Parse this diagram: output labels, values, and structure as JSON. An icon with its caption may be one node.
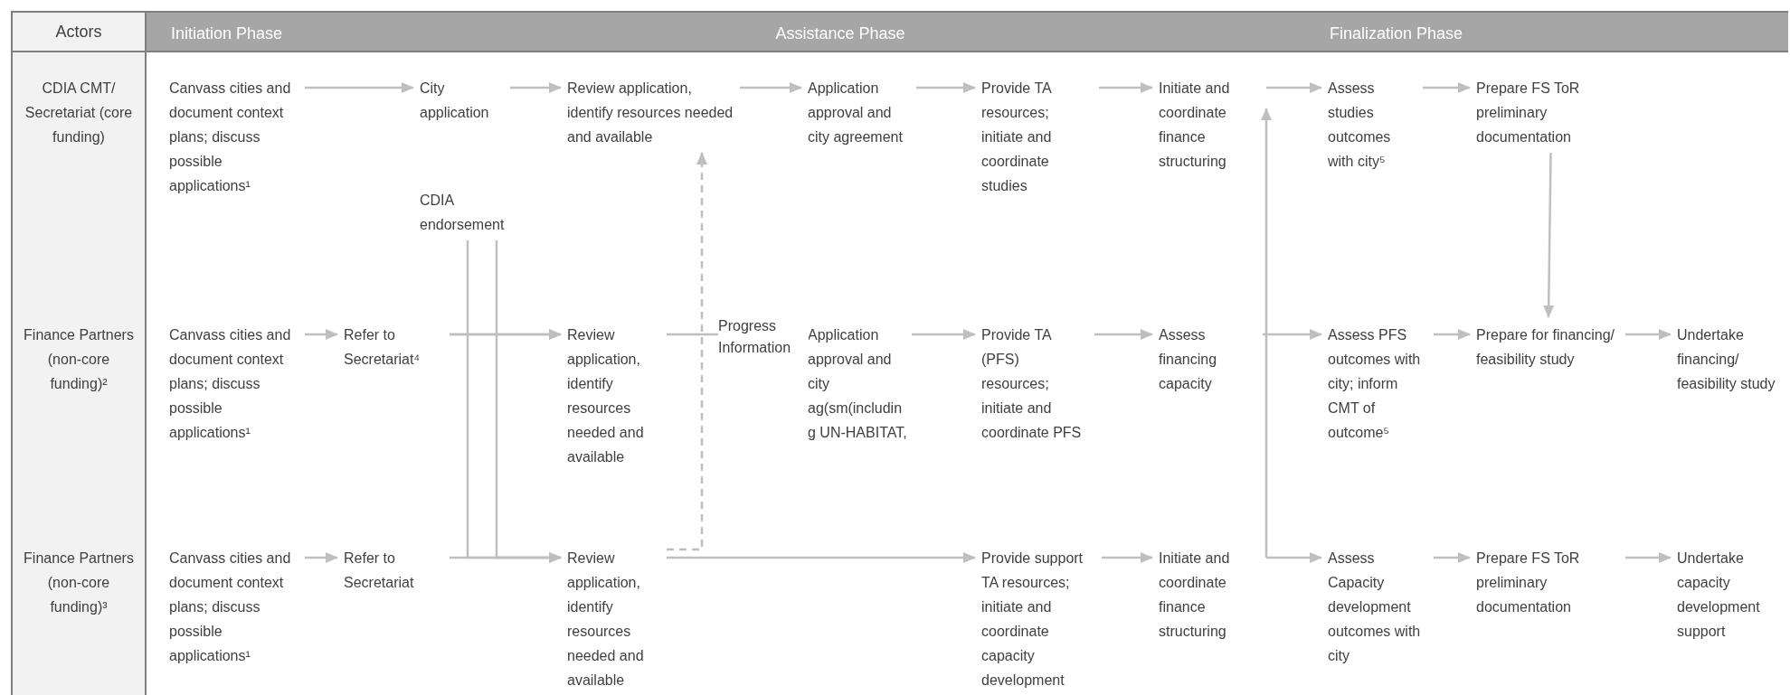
{
  "diagram": {
    "nodes": [
      {
        "text": [
          "Actors"
        ]
      },
      {
        "text": [
          "Initiation Phase"
        ]
      },
      {
        "text": [
          "Assistance Phase"
        ]
      },
      {
        "text": [
          "Finalization Phase"
        ]
      },
      {
        "text": [
          "CDIA CMT/ Secretariat (core funding)"
        ]
      },
      {
        "text": [
          "Finance Partners (non-core funding)²"
        ]
      },
      {
        "text": [
          "Finance Partners (non-core funding)³"
        ]
      },
      {
        "text": [
          "Canvass cities and document context plans; discuss possible applications¹"
        ]
      },
      {
        "text": [
          "City application"
        ]
      },
      {
        "text": [
          "Review application, identify resources needed and available"
        ]
      },
      {
        "text": [
          "Application approval and city agreement"
        ]
      },
      {
        "text": [
          "Provide TA resources; initiate and coordinate studies"
        ]
      },
      {
        "text": [
          "Initiate and coordinate finance structuring"
        ]
      },
      {
        "text": [
          "Assess studies outcomes with city⁵"
        ]
      },
      {
        "text": [
          "Prepare FS ToR preliminary documentation"
        ]
      },
      {
        "text": [
          "CDIA endorsement"
        ]
      },
      {
        "text": [
          "Canvass cities and document context plans; discuss possible applications¹"
        ]
      },
      {
        "text": [
          "Refer to Secretariat⁴"
        ]
      },
      {
        "text": [
          "Review application, identify resources needed and available"
        ]
      },
      {
        "text": [
          "Application approval and city ag(sm(including UN-HABITAT,"
        ]
      },
      {
        "text": [
          "Provide TA (PFS) resources; initiate and coordinate PFS"
        ]
      },
      {
        "text": [
          "Assess financing capacity"
        ]
      },
      {
        "text": [
          "Assess PFS outcomes with city; inform CMT of outcome⁵"
        ]
      },
      {
        "text": [
          "Prepare for financing/ feasibility study"
        ]
      },
      {
        "text": [
          "Undertake financing/ feasibility study"
        ]
      },
      {
        "text": [
          "Canvass cities and document context plans; discuss possible applications¹"
        ]
      },
      {
        "text": [
          "Refer to Secretariat"
        ]
      },
      {
        "text": [
          "Review application, identify resources needed and available"
        ]
      },
      {
        "text": [
          "Provide support TA resources; initiate and coordinate capacity development"
        ]
      },
      {
        "text": [
          "Initiate and coordinate finance structuring"
        ]
      },
      {
        "text": [
          "Assess Capacity development outcomes with city"
        ]
      },
      {
        "text": [
          "Prepare FS ToR preliminary documentation"
        ]
      },
      {
        "text": [
          "Undertake capacity development support"
        ]
      }
    ],
    "edges": [
      {
        "from": 7,
        "to": 8,
        "arrow": "to"
      },
      {
        "from": 8,
        "to": 9,
        "arrow": "to"
      },
      {
        "from": 9,
        "to": 10,
        "arrow": "to"
      },
      {
        "from": 10,
        "to": 11,
        "arrow": "to"
      },
      {
        "from": 11,
        "to": 12,
        "arrow": "to"
      },
      {
        "from": 12,
        "to": 13,
        "arrow": "to"
      },
      {
        "from": 13,
        "to": 14,
        "arrow": "to"
      },
      {
        "from": 14,
        "to": 23,
        "arrow": "to"
      },
      {
        "from": 16,
        "to": 17,
        "arrow": "to"
      },
      {
        "from": 17,
        "to": 18,
        "arrow": "to"
      },
      {
        "from": 18,
        "to": 19,
        "arrow": "to"
      },
      {
        "from": 19,
        "to": 20,
        "arrow": "to"
      },
      {
        "from": 20,
        "to": 21,
        "arrow": "to"
      },
      {
        "from": 21,
        "to": 22,
        "arrow": "to"
      },
      {
        "from": 22,
        "to": 23,
        "arrow": "to"
      },
      {
        "from": 23,
        "to": 24,
        "arrow": "to"
      },
      {
        "from": 25,
        "to": 26,
        "arrow": "to"
      },
      {
        "from": 26,
        "to": 27,
        "arrow": "to"
      },
      {
        "from": 27,
        "to": 28,
        "arrow": "to"
      },
      {
        "from": 28,
        "to": 29,
        "arrow": "to"
      },
      {
        "from": 29,
        "to": 30,
        "arrow": "to"
      },
      {
        "from": 30,
        "to": 31,
        "arrow": "to"
      },
      {
        "from": 31,
        "to": 32,
        "arrow": "to"
      },
      {
        "from": 15,
        "to": 18,
        "arrow": "to"
      },
      {
        "from": 15,
        "to": 27,
        "arrow": "to"
      },
      {
        "from": 17,
        "to": 27,
        "arrow": "to"
      },
      {
        "from": 27,
        "to": 9,
        "arrow": "to",
        "style": "dashed",
        "label": "Progress Information"
      },
      {
        "from": 29,
        "to": 12,
        "arrow": "to"
      }
    ]
  }
}
